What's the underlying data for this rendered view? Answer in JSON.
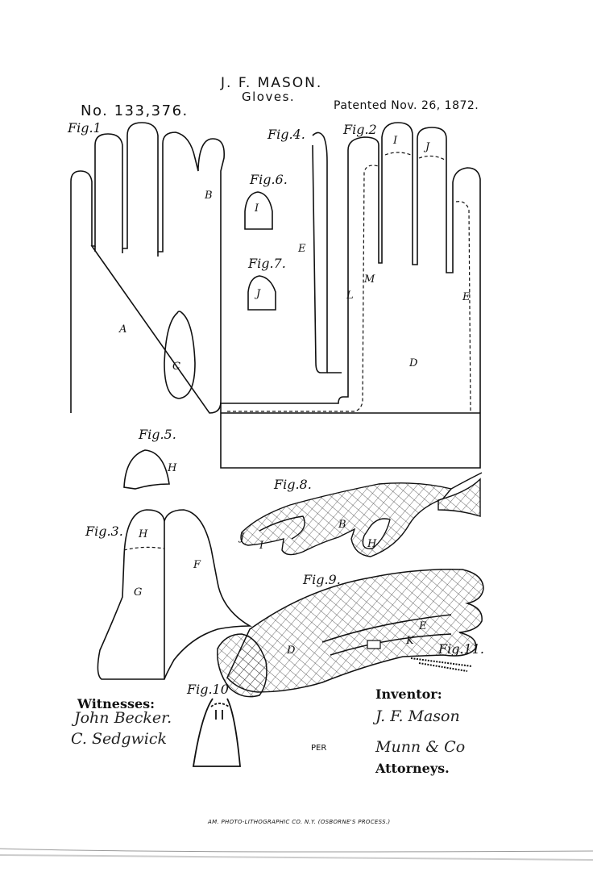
{
  "header": {
    "inventor_name": "J. F. MASON.",
    "title": "Gloves.",
    "patent_number": "No. 133,376.",
    "patent_date": "Patented Nov. 26, 1872."
  },
  "figures": {
    "fig1": "Fig.1",
    "fig2": "Fig.2",
    "fig3": "Fig.3.",
    "fig4": "Fig.4.",
    "fig5": "Fig.5.",
    "fig6": "Fig.6.",
    "fig7": "Fig.7.",
    "fig8": "Fig.8.",
    "fig9": "Fig.9.",
    "fig10": "Fig.10",
    "fig11": "Fig.11."
  },
  "labels": {
    "a": "A",
    "b": "B",
    "c": "C",
    "d": "D",
    "e": "E",
    "f": "F",
    "g": "G",
    "h": "H",
    "i": "I",
    "j": "J",
    "k": "K",
    "l": "L",
    "m": "M"
  },
  "signatures": {
    "witnesses_label": "Witnesses:",
    "witness1": "John Becker.",
    "witness2": "C. Sedgwick",
    "inventor_label": "Inventor:",
    "inventor_signature": "J. F. Mason",
    "per": "PER",
    "attorneys_signature": "Munn & Co",
    "attorneys_label": "Attorneys."
  },
  "footer": "AM. PHOTO-LITHOGRAPHIC CO. N.Y. (OSBORNE'S PROCESS.)"
}
